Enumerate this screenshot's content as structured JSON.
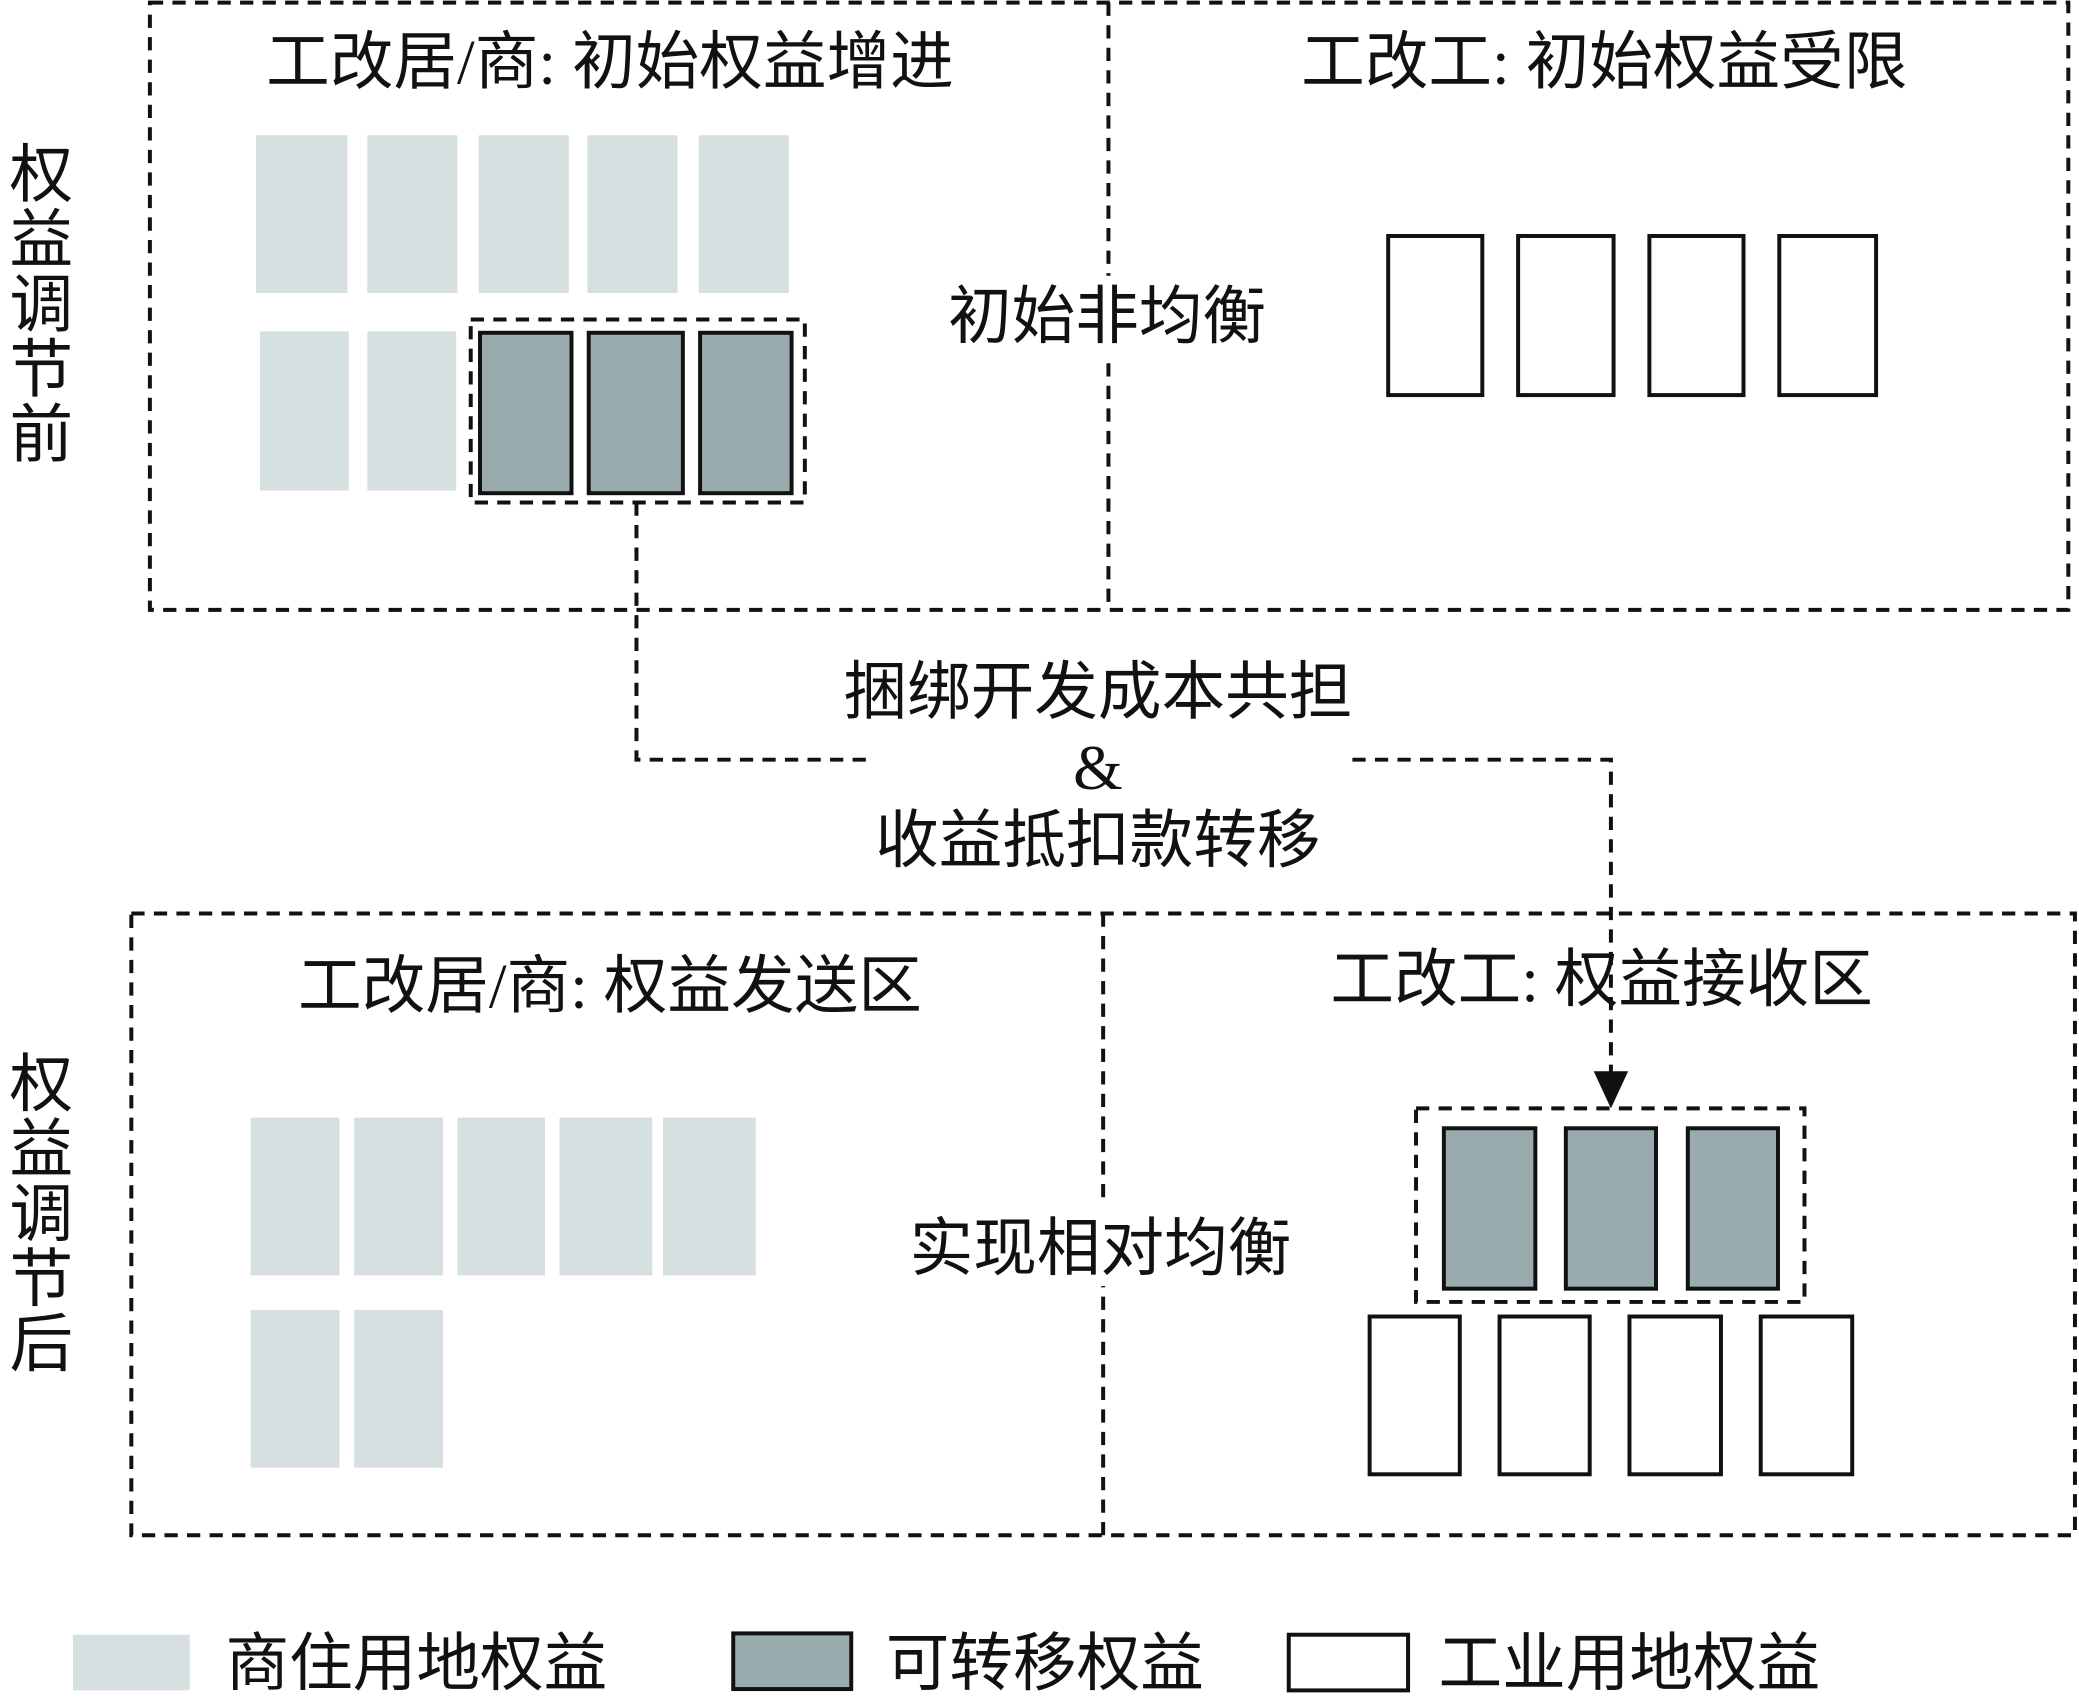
{
  "diagram": {
    "before": {
      "side_label": "权益调节前",
      "left_title": "工改居/商: 初始权益增进",
      "right_title": "工改工: 初始权益受限",
      "center_label": "初始非均衡"
    },
    "connector": {
      "line1": "捆绑开发成本共担",
      "line2": "&",
      "line3": "收益抵扣款转移"
    },
    "after": {
      "side_label": "权益调节后",
      "left_title": "工改居/商: 权益发送区",
      "right_title": "工改工: 权益接收区",
      "center_label": "实现相对均衡"
    },
    "legend": [
      {
        "label": "商住用地权益"
      },
      {
        "label": "可转移权益"
      },
      {
        "label": "工业用地权益"
      }
    ]
  },
  "colors": {
    "commercial": "#d6e0e0",
    "transferable": "#9aabad",
    "industrial": "#ffffff",
    "line": "#111111"
  }
}
